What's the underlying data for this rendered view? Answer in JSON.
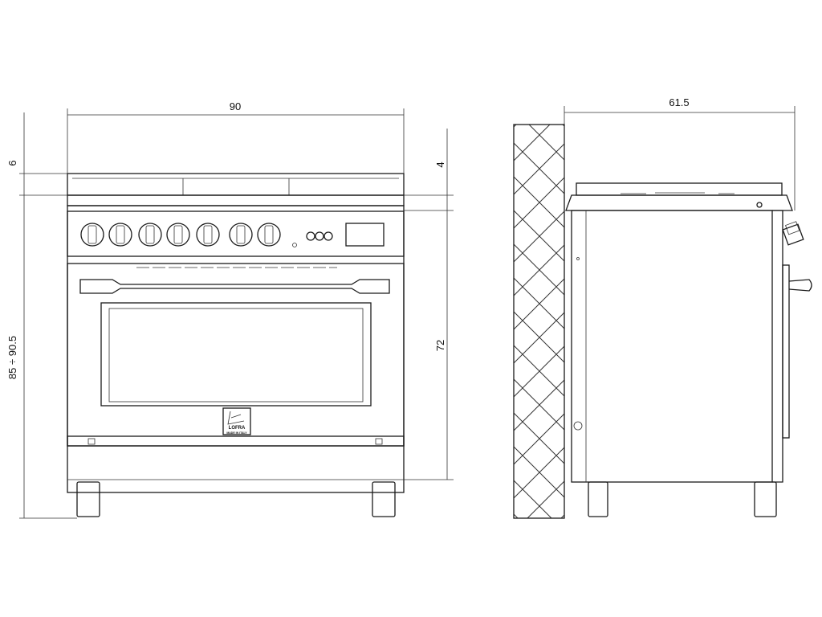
{
  "drawing": {
    "front_view": {
      "width_label": "90",
      "top_grill_label": "6",
      "overall_height_label": "85 ÷ 90.5",
      "knob_count": 7,
      "logo_brand": "LOFRA",
      "logo_tagline": "MADE IN ITALY"
    },
    "right_dims": {
      "hob_label": "4",
      "body_height_label": "72"
    },
    "side_view": {
      "depth_label": "61.5"
    }
  }
}
